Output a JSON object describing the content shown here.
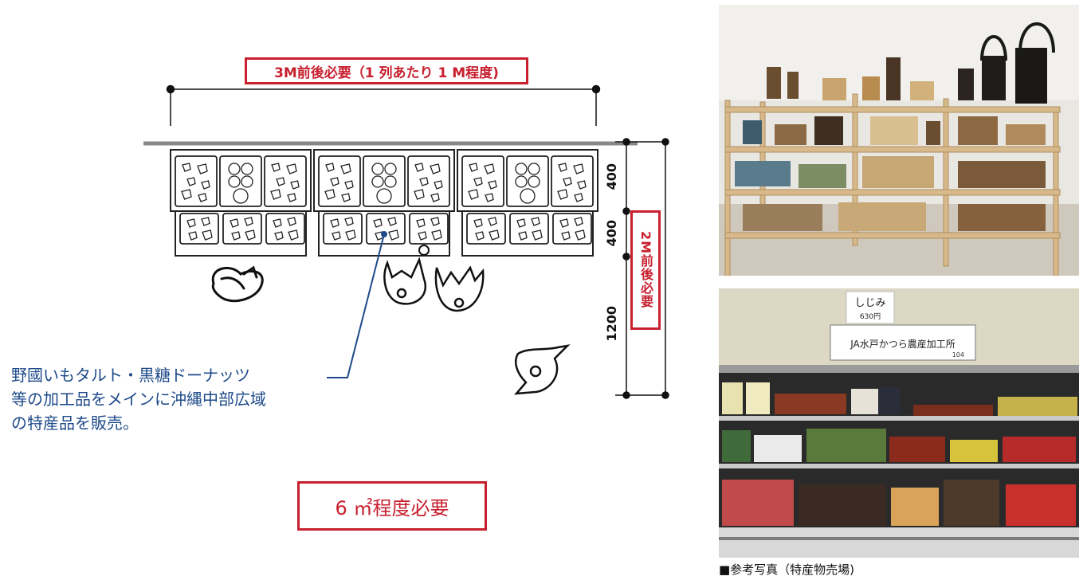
{
  "dimensions": {
    "width_label": "3M前後必要（1 列あたり 1 M程度)",
    "depth_label": "2M前後必要",
    "segment_1": "400",
    "segment_2": "400",
    "segment_3": "1200"
  },
  "description": {
    "line_1": "野國いもタルト・黒糖ドーナッツ",
    "line_2": "等の加工品をメインに沖縄中部広域",
    "line_3": "の特産品を販売。"
  },
  "area_required": "6 ㎡程度必要",
  "photo_caption": "■参考写真（特産物売場)",
  "photo_sign": {
    "price_tag": "しじみ",
    "price": "630円",
    "store_sign": "JA水戸かつら農産加工所",
    "sign_number": "104"
  },
  "colors": {
    "accent_red": "#c8202f",
    "text_blue": "#1e4a8a"
  }
}
